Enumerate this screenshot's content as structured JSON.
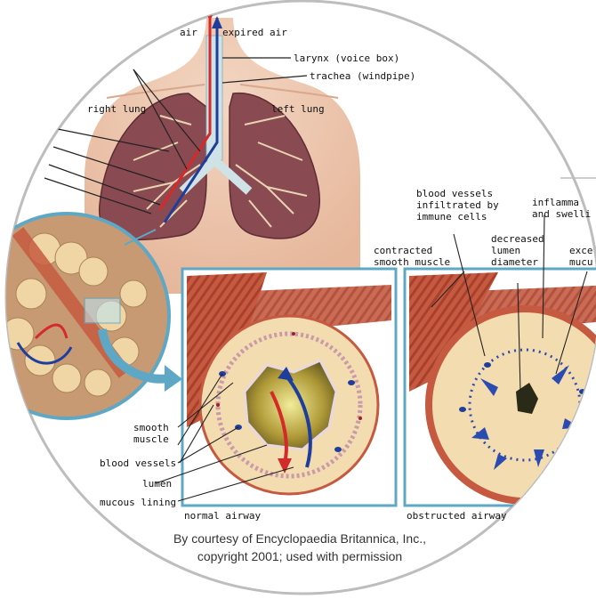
{
  "labels": {
    "inspired_air": "air",
    "expired_air": "expired air",
    "larynx": "larynx (voice box)",
    "trachea": "trachea (windpipe)",
    "right_lung": "right lung",
    "left_lung": "left lung",
    "blood_vessels_infiltrated": [
      "blood vessels",
      "infiltrated by",
      "immune cells"
    ],
    "inflammation": [
      "inflamma",
      "and swelli"
    ],
    "contracted_smooth_muscle": [
      "contracted",
      "smooth muscle"
    ],
    "decreased_lumen": [
      "decreased",
      "lumen",
      "diameter"
    ],
    "excess_mucus": [
      "exce",
      "mucu"
    ],
    "smooth_muscle": [
      "smooth",
      "muscle"
    ],
    "blood_vessels": "blood vessels",
    "lumen": "lumen",
    "mucous_lining": "mucous lining",
    "normal_airway": "normal airway",
    "obstructed_airway": "obstructed airway"
  },
  "credit": [
    "By courtesy of Encyclopaedia Britannica, Inc.,",
    "copyright 2001; used with permission"
  ],
  "colors": {
    "inhaled_arrow": "#d42a2a",
    "exhaled_arrow": "#1f3e9c",
    "lung": "#8a4a52",
    "skin": "#ecc7b0",
    "panel_border": "#5fa8c5",
    "muscle": "#c0533b",
    "tissue": "#f3dcb0",
    "lumen": "#c6a84a"
  }
}
